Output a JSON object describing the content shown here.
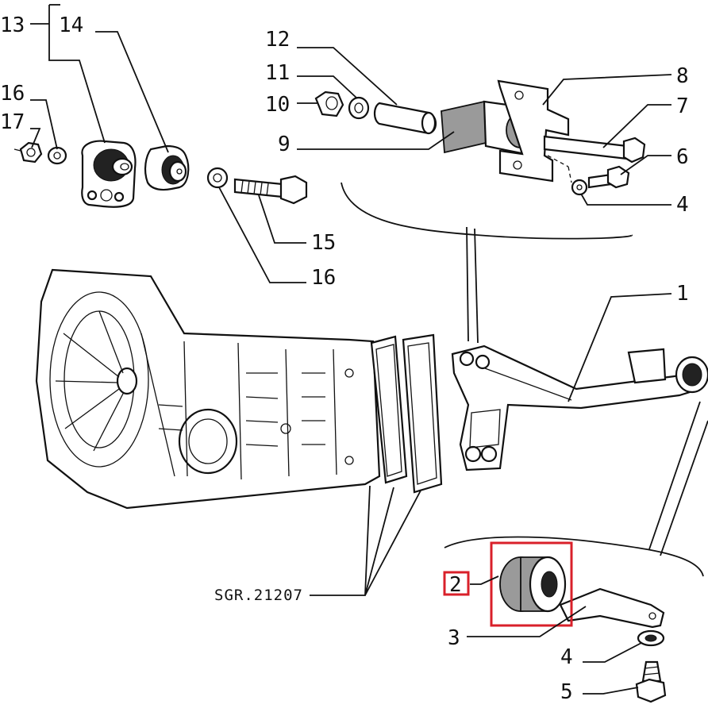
{
  "diagram": {
    "reference_code": "SGR.21207",
    "highlight_color": "#d9202a",
    "callouts": {
      "c1": "1",
      "c2": "2",
      "c3": "3",
      "c4_top": "4",
      "c4_bottom": "4",
      "c5": "5",
      "c6": "6",
      "c7": "7",
      "c8": "8",
      "c9": "9",
      "c10": "10",
      "c11": "11",
      "c12": "12",
      "c13": "13",
      "c14": "14",
      "c15": "15",
      "c16_top": "16",
      "c16_bottom": "16",
      "c17": "17"
    },
    "highlighted_part": "2"
  }
}
